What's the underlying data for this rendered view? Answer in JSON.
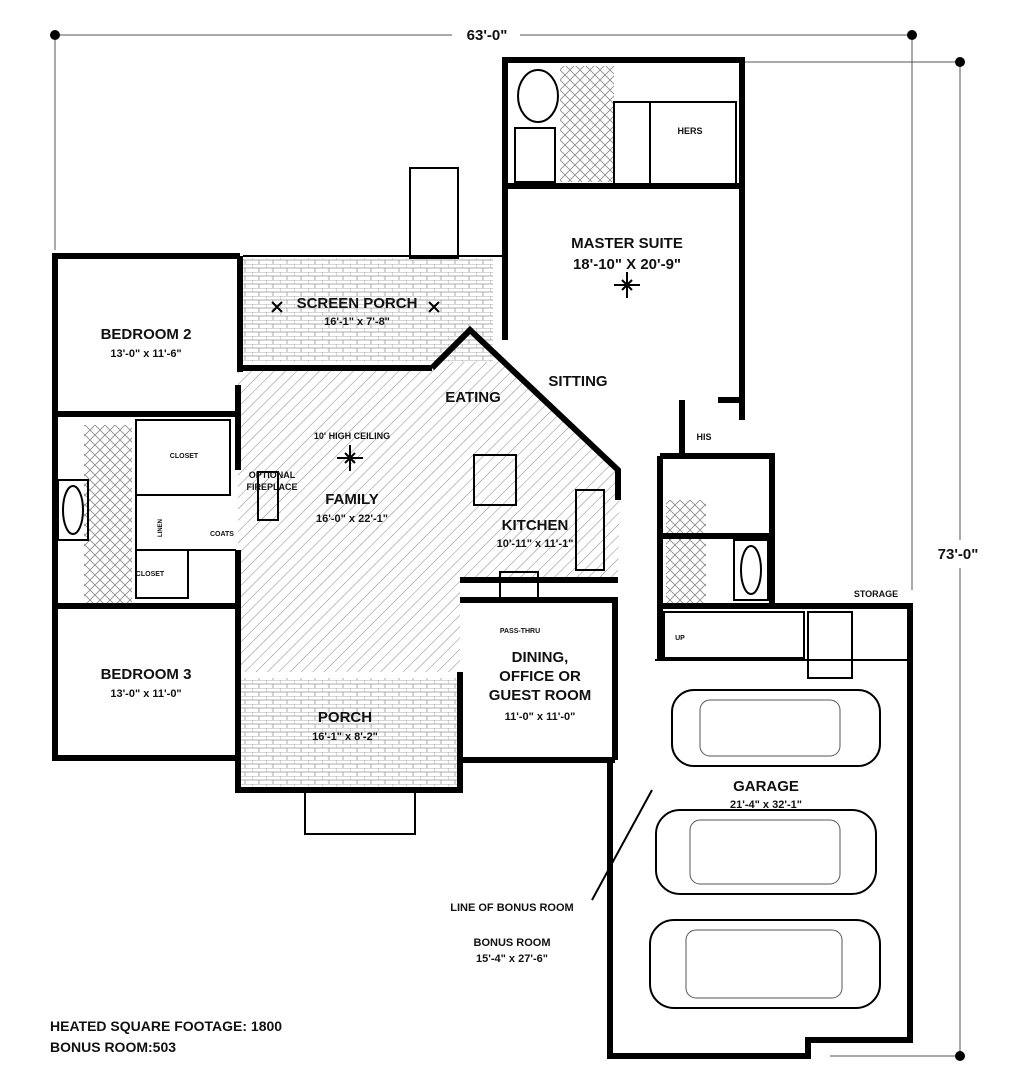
{
  "overall": {
    "width": "63'-0\"",
    "depth": "73'-0\""
  },
  "rooms": {
    "master_suite": {
      "name": "MASTER SUITE",
      "size": "18'-10\" X 20'-9\""
    },
    "hers": "HERS",
    "his": "HIS",
    "sitting": "SITTING",
    "screen_porch": {
      "name": "SCREEN PORCH",
      "size": "16'-1\" x 7'-8\""
    },
    "bedroom2": {
      "name": "BEDROOM 2",
      "size": "13'-0\" x 11'-6\""
    },
    "bedroom3": {
      "name": "BEDROOM 3",
      "size": "13'-0\" x 11'-0\""
    },
    "eating": "EATING",
    "family": {
      "name": "FAMILY",
      "size": "16'-0\" x 22'-1\""
    },
    "high_ceiling": "10' HIGH CEILING",
    "fireplace": [
      "OPTIONAL",
      "FIREPLACE"
    ],
    "kitchen": {
      "name": "KITCHEN",
      "size": "10'-11\" x 11'-1\""
    },
    "closet_upper": "CLOSET",
    "closet_lower": "CLOSET",
    "coats": "COATS",
    "linen": "LINEN",
    "pass_thru": "PASS-THRU",
    "dining": {
      "lines": [
        "DINING,",
        "OFFICE OR",
        "GUEST ROOM"
      ],
      "size": "11'-0\" x 11'-0\""
    },
    "porch": {
      "name": "PORCH",
      "size": "16'-1\" x 8'-2\""
    },
    "storage": "STORAGE",
    "garage": {
      "name": "GARAGE",
      "size": "21'-4\" x 32'-1\""
    },
    "line_of_bonus": "LINE OF BONUS ROOM",
    "bonus_room": {
      "name": "BONUS ROOM",
      "size": "15'-4\" x 27'-6\""
    },
    "up": "UP"
  },
  "footage": {
    "heated": "HEATED SQUARE FOOTAGE: 1800",
    "bonus": "BONUS ROOM:503"
  }
}
